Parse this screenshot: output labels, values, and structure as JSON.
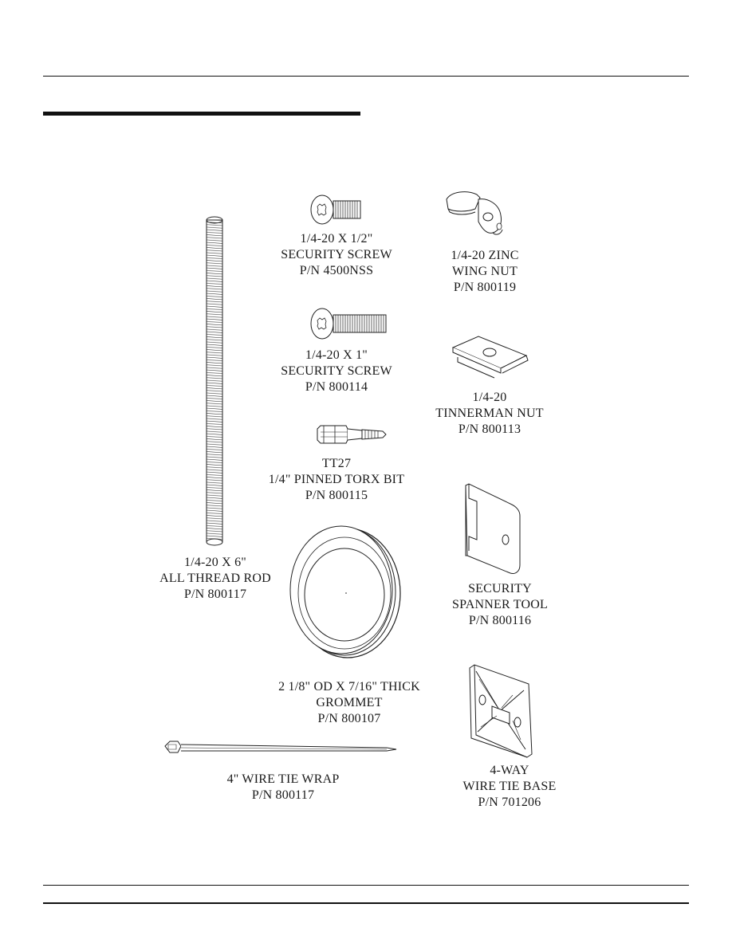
{
  "parts": [
    {
      "id": "security-screw-short",
      "lines": [
        "1/4-20 X 1/2\"",
        "SECURITY SCREW",
        "P/N 4500NSS"
      ],
      "icon": "security-screw-icon"
    },
    {
      "id": "wing-nut",
      "lines": [
        "1/4-20 ZINC",
        "WING NUT",
        "P/N 800119"
      ],
      "icon": "wing-nut-icon"
    },
    {
      "id": "security-screw-long",
      "lines": [
        "1/4-20 X 1\"",
        "SECURITY SCREW",
        "P/N 800114"
      ],
      "icon": "security-screw-icon"
    },
    {
      "id": "tinnerman-nut",
      "lines": [
        "1/4-20",
        "TINNERMAN NUT",
        "P/N 800113"
      ],
      "icon": "tinnerman-nut-icon"
    },
    {
      "id": "torx-bit",
      "lines": [
        "TT27",
        "1/4\" PINNED TORX BIT",
        "P/N 800115"
      ],
      "icon": "torx-bit-icon"
    },
    {
      "id": "thread-rod",
      "lines": [
        "1/4-20 X 6\"",
        "ALL THREAD ROD",
        "P/N 800117"
      ],
      "icon": "thread-rod-icon"
    },
    {
      "id": "spanner-tool",
      "lines": [
        "SECURITY",
        "SPANNER TOOL",
        "P/N 800116"
      ],
      "icon": "spanner-tool-icon"
    },
    {
      "id": "grommet",
      "lines": [
        "2 1/8\" OD X 7/16\" THICK",
        "GROMMET",
        "P/N 800107"
      ],
      "icon": "grommet-icon"
    },
    {
      "id": "wire-tie",
      "lines": [
        "4\" WIRE TIE WRAP",
        "P/N 800117"
      ],
      "icon": "wire-tie-icon"
    },
    {
      "id": "wire-tie-base",
      "lines": [
        "4-WAY",
        "WIRE TIE BASE",
        "P/N 701206"
      ],
      "icon": "wire-tie-base-icon"
    }
  ]
}
